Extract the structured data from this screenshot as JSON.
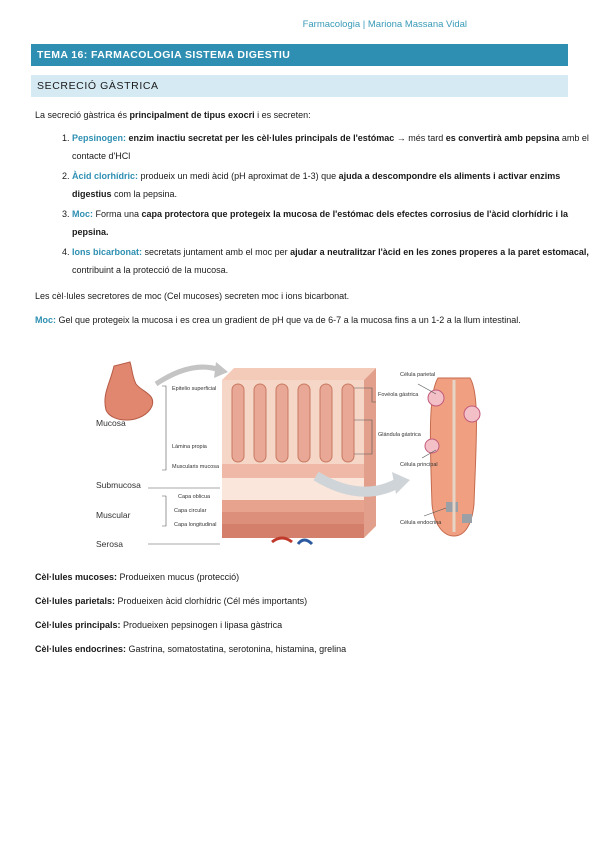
{
  "header": {
    "text": "Farmacologia | Mariona Massana Vidal"
  },
  "title": "TEMA 16: FARMACOLOGIA SISTEMA DIGESTIU",
  "subtitle": "SECRECIÓ GÀSTRICA",
  "intro": {
    "pre": "La secreció gàstrica és ",
    "bold": "principalment de tipus exocri",
    "post": " i es secreten:"
  },
  "items": [
    {
      "term": "Pepsinogen:",
      "b1": " enzim inactiu secretat per les cèl·lules principals de l'estómac",
      "t1": " → més tard",
      "b2": " es convertirà amb pepsina",
      "t2": " amb el contacte d'HCl"
    },
    {
      "term": "Àcid clorhídric:",
      "t1": " produeix un medi àcid (pH aproximat de 1-3) que",
      "b1": " ajuda a descompondre els aliments i activar enzims digestius",
      "t2": " com la pepsina."
    },
    {
      "term": "Moc:",
      "t1": " Forma una",
      "b1": " capa protectora que protegeix la mucosa de l'estómac dels efectes corrosius de l'àcid clorhídric i la pepsina."
    },
    {
      "term": "Ions bicarbonat:",
      "t1": " secretats juntament amb el moc per",
      "b1": " ajudar a neutralitzar l'àcid en les zones properes a la paret estomacal,",
      "t2": " contribuint a la protecció de la mucosa."
    }
  ],
  "para1": "Les cèl·lules secretores de moc (Cel mucoses) secreten moc i ions bicarbonat.",
  "para2": {
    "term": "Moc:",
    "text": " Gel que protegeix la mucosa i es crea un gradient de pH que va de 6-7 a la mucosa fins a un 1-2 a la llum intestinal."
  },
  "figure": {
    "left_labels": [
      "Mucosa",
      "Submucosa",
      "Muscular",
      "Serosa"
    ],
    "inner_labels": [
      "Epitelio superficial",
      "Lámina propia",
      "Muscularis mucosa",
      "Capa oblicua",
      "Capa circular",
      "Capa longitudinal"
    ],
    "right_labels": [
      "Fovéola gástrica",
      "Glándula gástrica"
    ],
    "gland_labels": [
      "Célula parietal",
      "Célula principal",
      "Célula endocrina"
    ]
  },
  "cells": [
    {
      "term": "Cèl·lules mucoses:",
      "text": " Produeixen mucus (protecció)"
    },
    {
      "term": "Cèl·lules parietals:",
      "text": " Produeixen àcid clorhídric (Cél més importants)"
    },
    {
      "term": "Cèl·lules principals:",
      "text": " Produeixen pepsinogen i lipasa gàstrica"
    },
    {
      "term": "Cèl·lules endocrines:",
      "text": " Gastrina, somatostatina, serotonina, histamina, grelina"
    }
  ]
}
